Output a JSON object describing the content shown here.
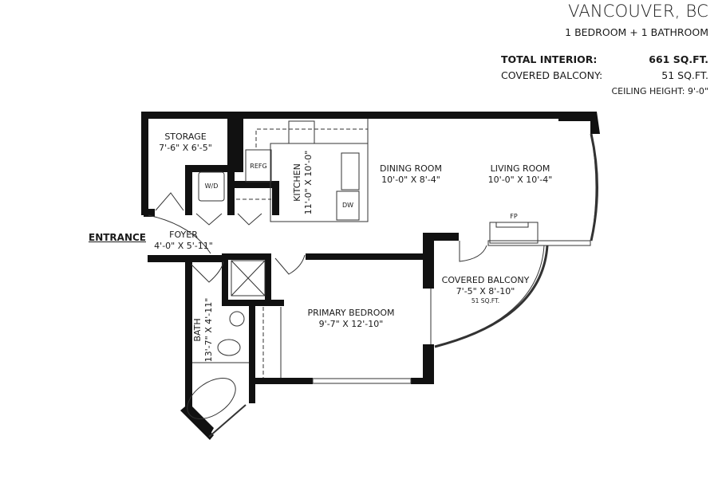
{
  "header": {
    "city": "VANCOUVER, BC",
    "unit_type": "1 BEDROOM + 1 BATHROOM"
  },
  "stats": {
    "total_interior_label": "TOTAL INTERIOR:",
    "total_interior_value": "661 SQ.FT.",
    "covered_balcony_label": "COVERED BALCONY:",
    "covered_balcony_value": "51 SQ.FT.",
    "ceiling_height": "CEILING HEIGHT: 9'-0\""
  },
  "entrance_label": "ENTRANCE",
  "rooms": {
    "storage": {
      "name": "STORAGE",
      "dims": "7'-6\" X 6'-5\""
    },
    "kitchen": {
      "name": "KITCHEN",
      "dims": "11'-0\" X 10'-0\""
    },
    "dining": {
      "name": "DINING ROOM",
      "dims": "10'-0\" X 8'-4\""
    },
    "living": {
      "name": "LIVING ROOM",
      "dims": "10'-0\" X 10'-4\""
    },
    "foyer": {
      "name": "FOYER",
      "dims": "4'-0\" X 5'-11\""
    },
    "bath": {
      "name": "BATH",
      "dims": "13'-7\" X 4'-11\""
    },
    "bedroom": {
      "name": "PRIMARY BEDROOM",
      "dims": "9'-7\" X 12'-10\""
    },
    "balcony": {
      "name": "COVERED BALCONY",
      "dims": "7'-5\" X 8'-10\"",
      "area": "51 SQ.FT."
    }
  },
  "fixtures": {
    "refrigerator": "REFG",
    "washer_dryer": "W/D",
    "dishwasher": "DW",
    "fireplace": "FP"
  },
  "colors": {
    "wall": "#111111",
    "line": "#333333",
    "background": "#ffffff"
  }
}
